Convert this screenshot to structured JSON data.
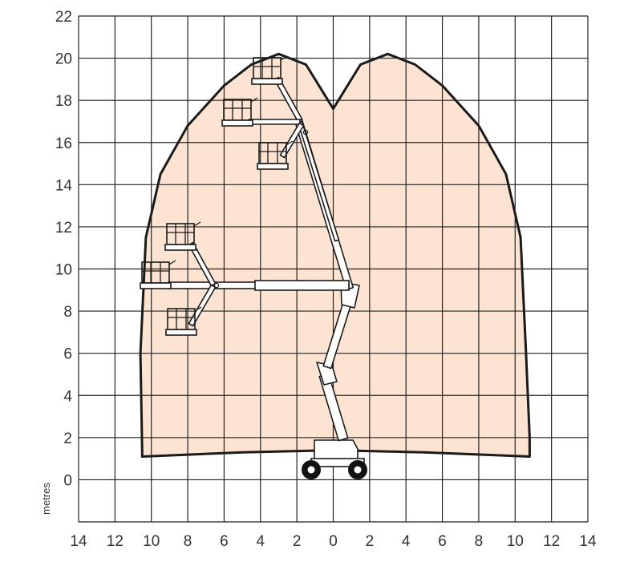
{
  "chart_data": {
    "type": "area",
    "title": "",
    "ylabel": "metres",
    "xlabel": "",
    "x_tick_labels": [
      "14",
      "12",
      "10",
      "8",
      "6",
      "4",
      "2",
      "0",
      "2",
      "4",
      "6",
      "8",
      "10",
      "12",
      "14"
    ],
    "y_tick_labels": [
      "22",
      "20",
      "18",
      "16",
      "14",
      "12",
      "10",
      "8",
      "6",
      "4",
      "2",
      "0"
    ],
    "xlim": [
      -14,
      14
    ],
    "ylim": [
      -2,
      22
    ],
    "grid": true,
    "envelope": {
      "name": "",
      "x": [
        -10.5,
        -10.6,
        -10.3,
        -9.5,
        -8,
        -6,
        -4.5,
        -3,
        -1.5,
        -0.5,
        0,
        0.5,
        1.5,
        3,
        4.5,
        6,
        8,
        9.5,
        10.3,
        10.6,
        10.8,
        10.8,
        5,
        0,
        -5,
        -10.5
      ],
      "y": [
        1.1,
        6,
        11.5,
        14.5,
        16.8,
        18.7,
        19.7,
        20.2,
        19.7,
        18.3,
        17.6,
        18.3,
        19.7,
        20.2,
        19.7,
        18.7,
        16.8,
        14.5,
        11.5,
        6,
        2,
        1.1,
        1.3,
        1.4,
        1.3,
        1.1
      ]
    },
    "colors": {
      "envelope_fill": "#fde3d2",
      "envelope_stroke": "#1a1a1a",
      "grid": "#222222",
      "machine": "#ffffff",
      "wheels": "#111111"
    }
  }
}
